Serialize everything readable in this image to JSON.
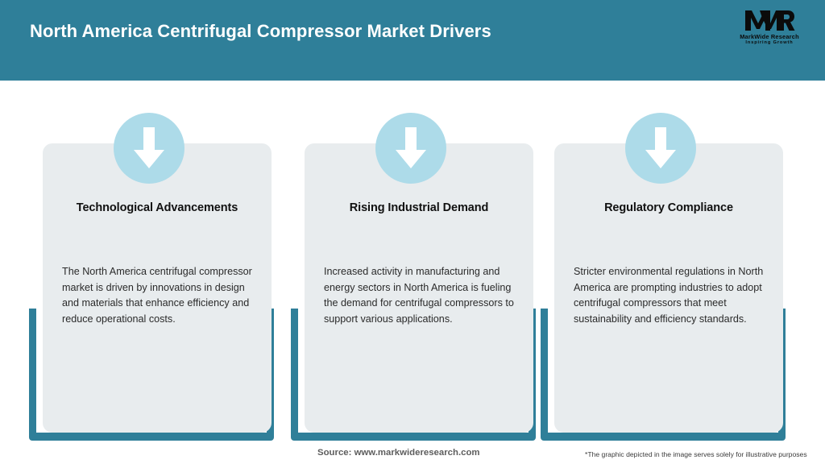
{
  "header": {
    "title": "North America Centrifugal Compressor Market Drivers",
    "background_color": "#2f7f99",
    "title_color": "#ffffff",
    "logo": {
      "mark": "MWR",
      "name": "MarkWide Research",
      "tagline": "Inspiring Growth"
    }
  },
  "theme": {
    "accent_teal": "#2f7f99",
    "card_background": "#e8ecee",
    "icon_circle": "#addbe9",
    "arrow_color": "#ffffff",
    "page_background": "#ffffff"
  },
  "cards": [
    {
      "icon": "arrow-down-icon",
      "title": "Technological Advancements",
      "body": "The North America centrifugal compressor market is driven by innovations in design and materials that enhance efficiency and reduce operational costs."
    },
    {
      "icon": "arrow-down-icon",
      "title": "Rising Industrial Demand",
      "body": "Increased activity in manufacturing and energy sectors in North America is fueling the demand for centrifugal compressors to support various applications."
    },
    {
      "icon": "arrow-down-icon",
      "title": "Regulatory Compliance",
      "body": "Stricter environmental regulations in North America are prompting industries to adopt centrifugal compressors that meet sustainability and efficiency standards."
    }
  ],
  "footer": {
    "source": "Source: www.markwideresearch.com",
    "disclaimer": "*The graphic depicted in the image serves solely for illustrative purposes"
  }
}
